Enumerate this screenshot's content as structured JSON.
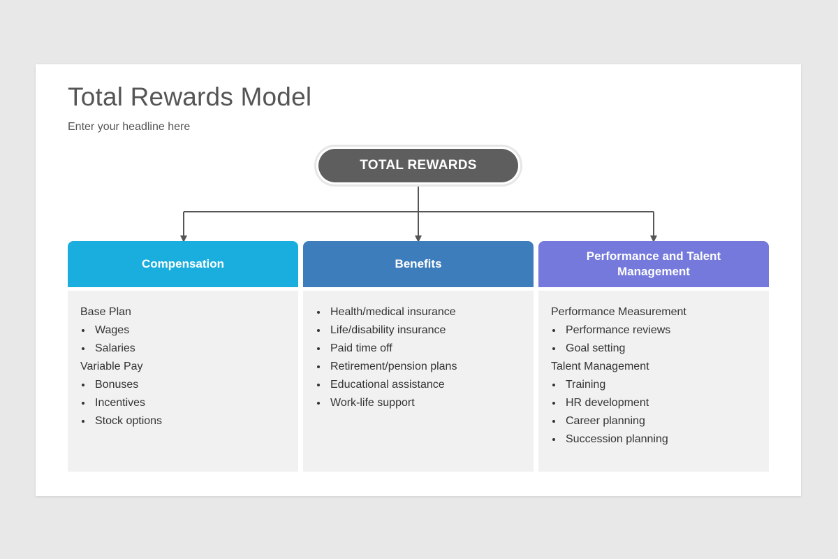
{
  "slide": {
    "title": "Total Rewards Model",
    "subtitle": "Enter your headline here"
  },
  "root": {
    "label": "TOTAL REWARDS",
    "color": "#5e5e5e"
  },
  "columns": [
    {
      "header": "Compensation",
      "color": "#1aaede",
      "items": [
        {
          "text": "Base Plan",
          "bullet": false
        },
        {
          "text": "Wages",
          "bullet": true
        },
        {
          "text": "Salaries",
          "bullet": true
        },
        {
          "text": "Variable Pay",
          "bullet": false
        },
        {
          "text": "Bonuses",
          "bullet": true
        },
        {
          "text": "Incentives",
          "bullet": true
        },
        {
          "text": "Stock options",
          "bullet": true
        }
      ]
    },
    {
      "header": "Benefits",
      "color": "#3e7dbb",
      "items": [
        {
          "text": "Health/medical insurance",
          "bullet": true
        },
        {
          "text": "Life/disability insurance",
          "bullet": true
        },
        {
          "text": "Paid time off",
          "bullet": true
        },
        {
          "text": "Retirement/pension plans",
          "bullet": true
        },
        {
          "text": "Educational assistance",
          "bullet": true
        },
        {
          "text": "Work-life support",
          "bullet": true
        }
      ]
    },
    {
      "header": "Performance and Talent Management",
      "color": "#7479db",
      "items": [
        {
          "text": "Performance Measurement",
          "bullet": false
        },
        {
          "text": "Performance reviews",
          "bullet": true
        },
        {
          "text": "Goal setting",
          "bullet": true
        },
        {
          "text": "Talent Management",
          "bullet": false
        },
        {
          "text": "Training",
          "bullet": true
        },
        {
          "text": "HR development",
          "bullet": true
        },
        {
          "text": "Career planning",
          "bullet": true
        },
        {
          "text": "Succession planning",
          "bullet": true
        }
      ]
    }
  ]
}
